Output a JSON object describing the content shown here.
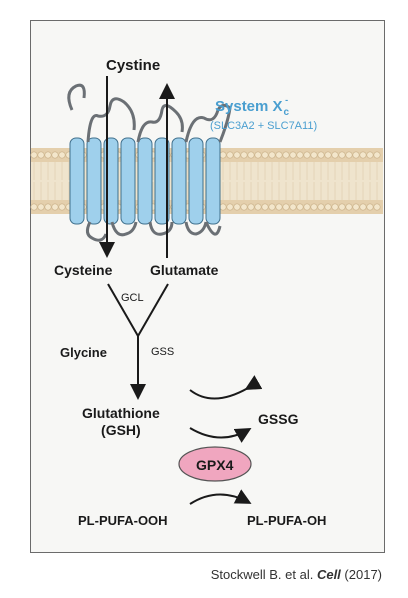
{
  "diagram": {
    "top_label": "Cystine",
    "transporter": {
      "name": "System X",
      "name_subscript": "c",
      "name_superscript": "-",
      "genes": "(SLC3A2 + SLC7A11)",
      "color": "#4a9fd0"
    },
    "products": {
      "cysteine": "Cysteine",
      "glutamate": "Glutamate"
    },
    "enzymes": {
      "gcl": "GCL",
      "gss": "GSS"
    },
    "glycine": "Glycine",
    "gsh_line1": "Glutathione",
    "gsh_line2": "(GSH)",
    "gssg": "GSSG",
    "gpx4": "GPX4",
    "substrate": "PL-PUFA-OOH",
    "product": "PL-PUFA-OH",
    "colors": {
      "membrane": "#e7d6b6",
      "transmembrane_helices": "#9fd0ec",
      "gpx4_ellipse": "#f0a6bf"
    }
  },
  "citation": {
    "authors": "Stockwell B. et al.",
    "journal": "Cell",
    "year": "(2017)"
  }
}
